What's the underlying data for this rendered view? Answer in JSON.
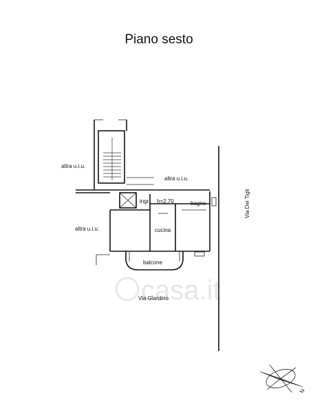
{
  "title": "Piano sesto",
  "labels": {
    "altra_uiu_1": "altra u.i.u.",
    "altra_uiu_2": "altra u.i.u.",
    "altra_uiu_3": "altra u.i.u.",
    "ingr": "ingr.",
    "height": "h=2.70",
    "bagno": "bagno",
    "cucina": "cucina",
    "balcone": "balcone",
    "via_giardino": "Via Giardino",
    "via_dei_tigli": "Via Dei Tigli",
    "compass_n": "N"
  },
  "watermark": "casa.it",
  "icons": [
    "compass-rose-icon",
    "watermark-logo-icon"
  ]
}
